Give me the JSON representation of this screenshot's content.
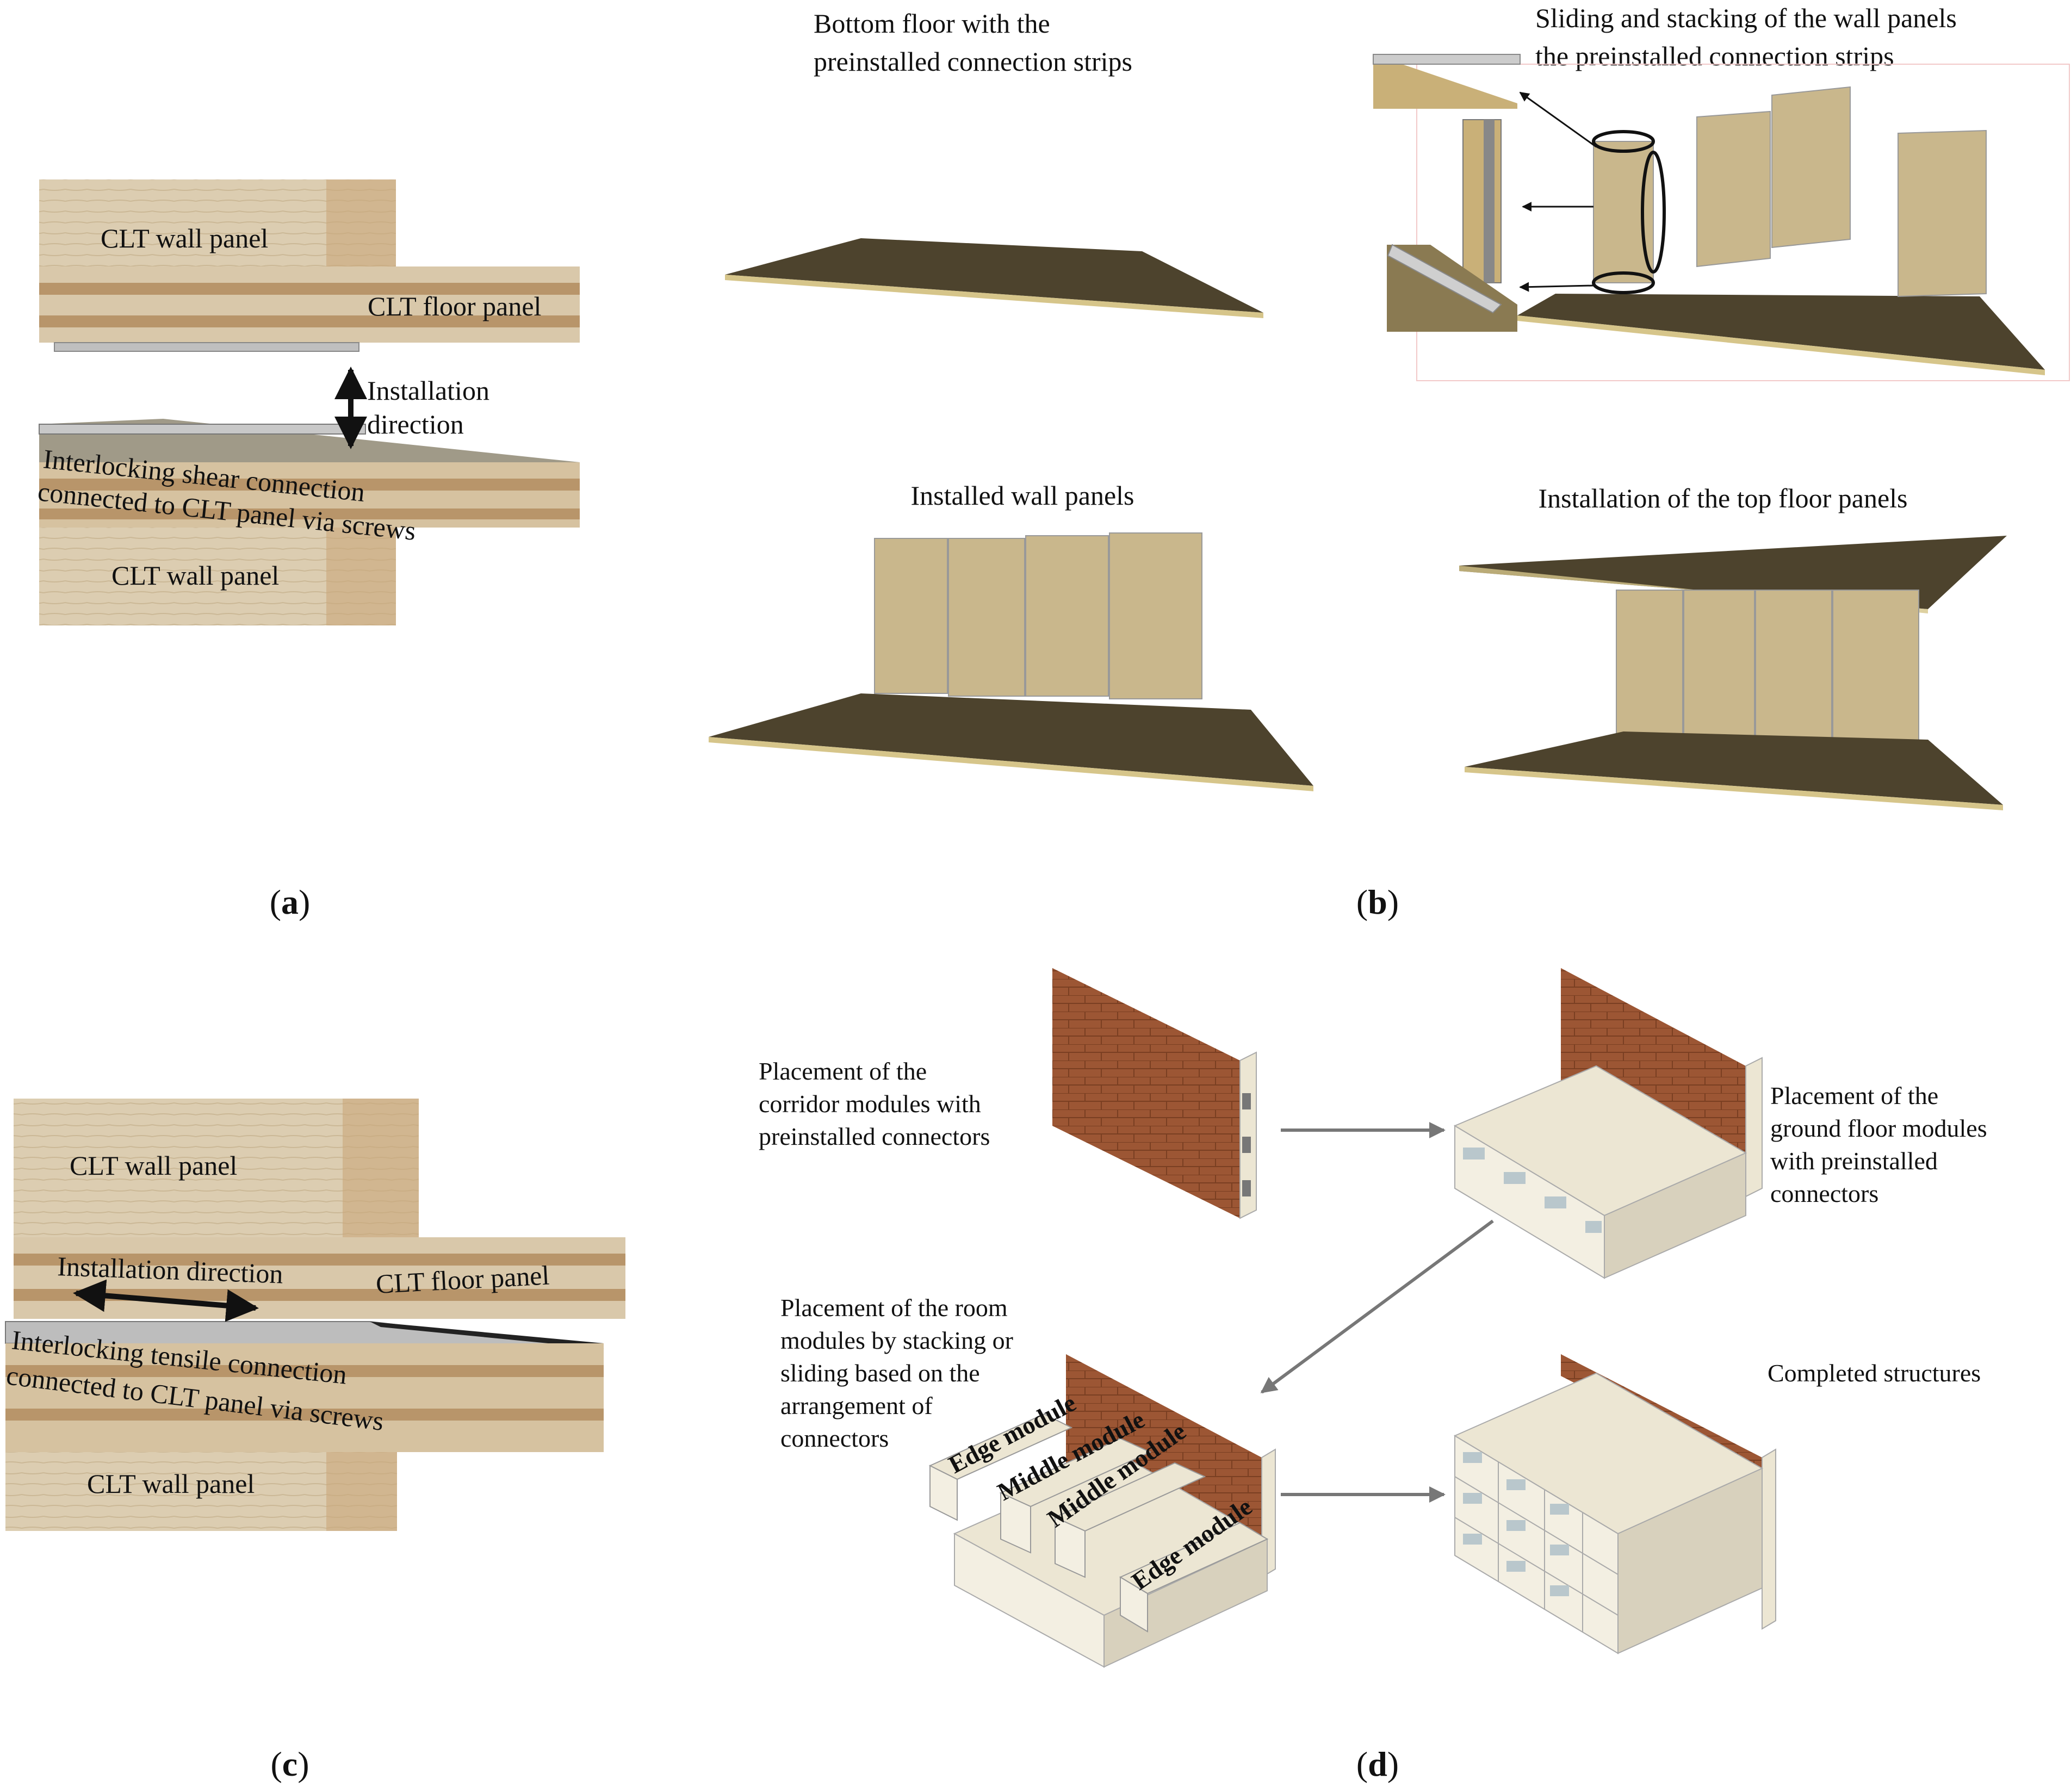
{
  "panel_a": {
    "caption_letter": "a",
    "upper_wall_label": "CLT wall panel",
    "floor_label": "CLT floor panel",
    "installation_label_1": "Installation",
    "installation_label_2": "direction",
    "shear_label_1": "Interlocking shear connection",
    "shear_label_2": "connected to CLT panel via screws",
    "lower_wall_label": "CLT wall panel"
  },
  "panel_b": {
    "caption_letter": "b",
    "step1_line1": "Bottom floor with the",
    "step1_line2": "preinstalled connection strips",
    "step2_line1": "Sliding and stacking of the wall panels",
    "step2_line2": "the preinstalled connection strips",
    "step3": "Installed wall panels",
    "step4": "Installation of the top floor panels"
  },
  "panel_c": {
    "caption_letter": "c",
    "upper_wall_label": "CLT wall panel",
    "installation_label": "Installation direction",
    "floor_label": "CLT floor panel",
    "tensile_label_1": "Interlocking tensile connection",
    "tensile_label_2": "connected to CLT panel via screws",
    "lower_wall_label": "CLT wall panel"
  },
  "panel_d": {
    "caption_letter": "d",
    "corridor_1": "Placement of the",
    "corridor_2": "corridor modules with",
    "corridor_3": "preinstalled connectors",
    "ground_1": "Placement of the",
    "ground_2": "ground floor modules",
    "ground_3": "with preinstalled",
    "ground_4": "connectors",
    "room_1": "Placement of the room",
    "room_2": "modules by stacking or",
    "room_3": "sliding based on the",
    "room_4": "arrangement of",
    "room_5": "connectors",
    "completed": "Completed structures",
    "edge_module_1": "Edge module",
    "middle_module_1": "Middle module",
    "middle_module_2": "Middle module",
    "edge_module_2": "Edge module"
  },
  "colors": {
    "clt_wood": "#d9c8aa",
    "clt_dark_layer": "#b8956a",
    "floor_slab": "#4d432d",
    "wall_panel": "#c9b78c",
    "brick": "#9c5634",
    "module": "#ece6d3",
    "window": "#b9c7cc",
    "arrow": "#777777"
  }
}
